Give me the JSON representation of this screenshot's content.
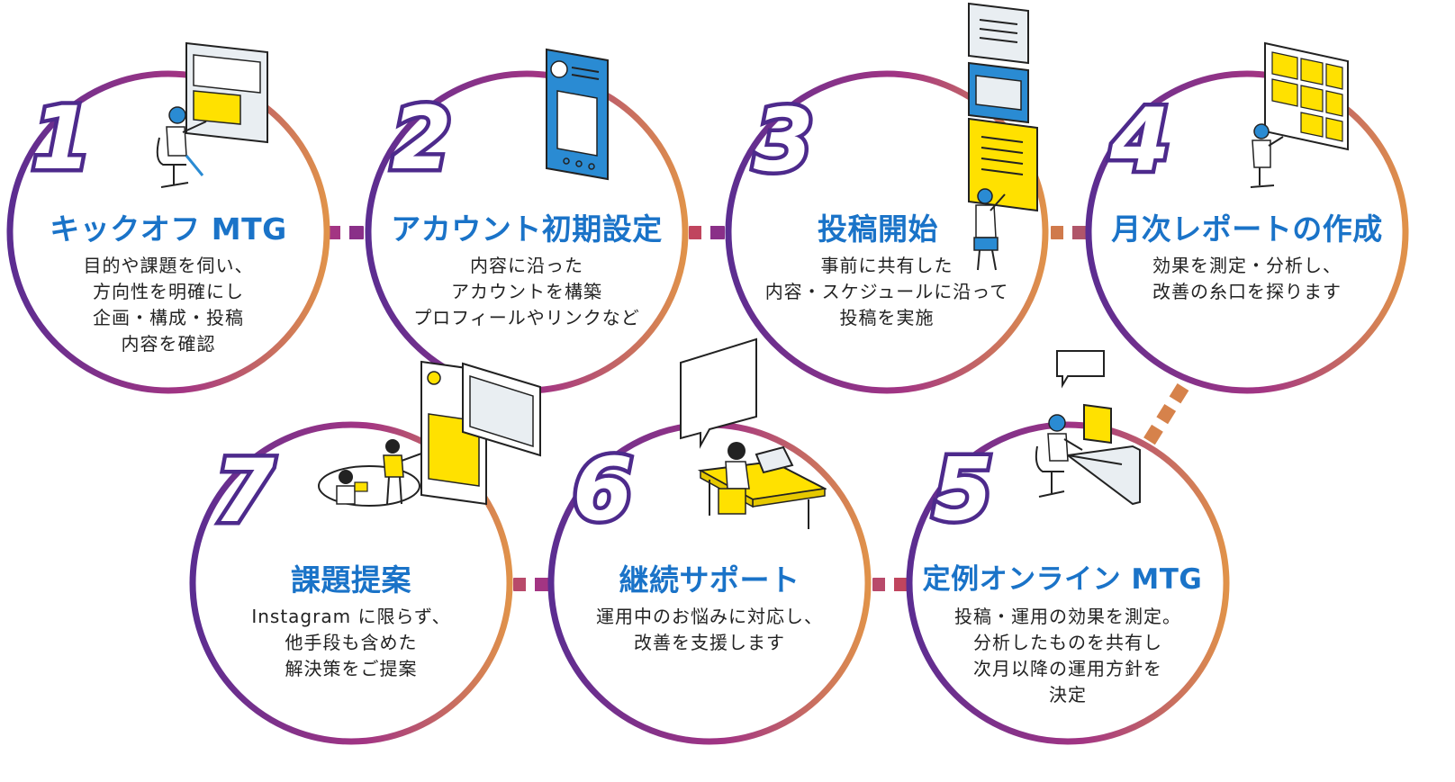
{
  "colors": {
    "ring_start": "#5b2d91",
    "ring_mid": "#a33583",
    "ring_end": "#e0924a",
    "number_stroke": "#4d2a8c",
    "title": "#1a73c8",
    "text": "#222222",
    "accent_yellow": "#ffe100",
    "accent_blue": "#2a8bd3"
  },
  "steps": [
    {
      "number": "1",
      "title": "キックオフ MTG",
      "lines": [
        "目的や課題を伺い、",
        "方向性を明確にし",
        "企画・構成・投稿",
        "内容を確認"
      ],
      "illustration": "person-at-monitor-icon"
    },
    {
      "number": "2",
      "title": "アカウント初期設定",
      "lines": [
        "内容に沿った",
        "アカウントを構築",
        "プロフィールやリンクなど"
      ],
      "illustration": "phone-profile-icon"
    },
    {
      "number": "3",
      "title": "投稿開始",
      "lines": [
        "事前に共有した",
        "内容・スケジュールに沿って",
        "投稿を実施"
      ],
      "illustration": "post-cards-icon"
    },
    {
      "number": "4",
      "title": "月次レポートの作成",
      "lines": [
        "効果を測定・分析し、",
        "改善の糸口を探ります"
      ],
      "illustration": "analytics-dashboard-icon"
    },
    {
      "number": "5",
      "title": "定例オンライン MTG",
      "lines": [
        "投稿・運用の効果を測定。",
        "分析したものを共有し",
        "次月以降の運用方針を",
        "決定"
      ],
      "illustration": "online-meeting-icon"
    },
    {
      "number": "6",
      "title": "継続サポート",
      "lines": [
        "運用中のお悩みに対応し、",
        "改善を支援します"
      ],
      "illustration": "support-chat-icon"
    },
    {
      "number": "7",
      "title": "課題提案",
      "lines": [
        "Instagram に限らず、",
        "他手段も含めた",
        "解決策をご提案"
      ],
      "illustration": "proposal-meeting-icon"
    }
  ]
}
